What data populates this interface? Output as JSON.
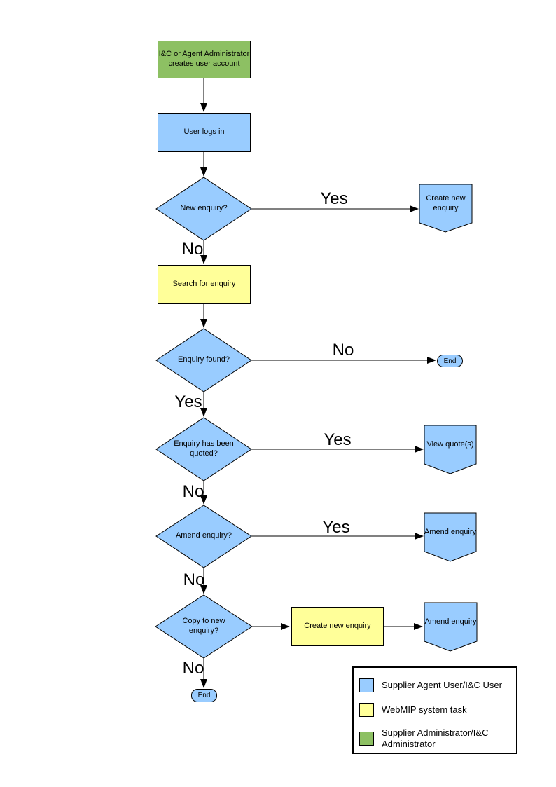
{
  "nodes": {
    "admin_create": "I&C or Agent Administrator creates user account",
    "user_login": "User logs in",
    "q_new_enquiry": "New enquiry?",
    "create_new_enquiry": "Create new enquiry",
    "search_for_enquiry": "Search for enquiry",
    "q_enquiry_found": "Enquiry found?",
    "end_terminator_1": "End",
    "q_enquiry_quoted": "Enquiry has been quoted?",
    "view_quotes": "View quote(s)",
    "q_amend_enquiry": "Amend enquiry?",
    "amend_enquiry_1": "Amend enquiry",
    "q_copy_to_new_enquiry": "Copy to new enquiry?",
    "create_new_enquiry_2": "Create new enquiry",
    "amend_enquiry_2": "Amend enquiry",
    "end_terminator_2": "End"
  },
  "edge_labels": {
    "new_enquiry_yes": "Yes",
    "new_enquiry_no": "No",
    "enquiry_found_no": "No",
    "enquiry_found_yes": "Yes",
    "enquiry_quoted_yes": "Yes",
    "enquiry_quoted_no": "No",
    "amend_enquiry_yes": "Yes",
    "amend_enquiry_no": "No",
    "copy_to_new_no": "No"
  },
  "legend": {
    "items": [
      {
        "label": "Supplier Agent User/I&C User",
        "color": "#99CCFF"
      },
      {
        "label": "WebMIP system task",
        "color": "#FFFF99"
      },
      {
        "label": "Supplier Administrator/I&C Administrator",
        "color": "#8DC063"
      }
    ]
  },
  "colors": {
    "user_task_fill": "#99CCFF",
    "system_task_fill": "#FFFF99",
    "admin_task_fill": "#8DC063",
    "outline": "#000000",
    "connector": "#000000"
  }
}
